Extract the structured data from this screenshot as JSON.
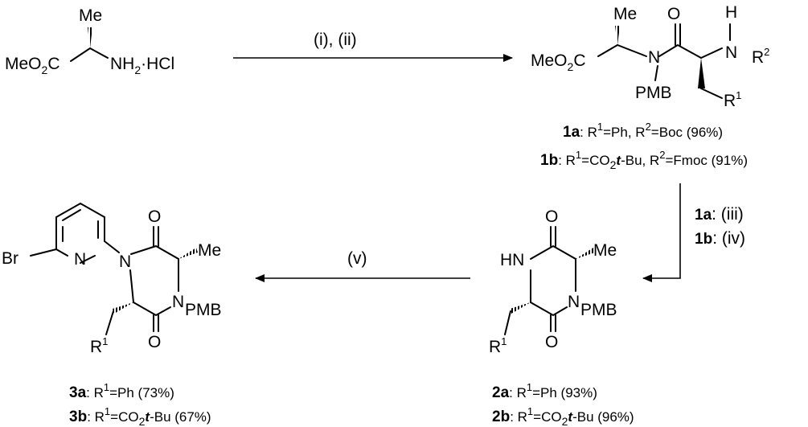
{
  "start": {
    "me": "Me",
    "meo2c_a": "MeO",
    "meo2c_sub": "2",
    "meo2c_b": "C",
    "nh2_a": "NH",
    "nh2_sub": "2",
    "hcl": "·HCl"
  },
  "steps": {
    "step1": "(i), (ii)",
    "step2a_cpd": "1a",
    "step2a_cond": ": (iii)",
    "step2b_cpd": "1b",
    "step2b_cond": ": (iv)",
    "step3": "(v)"
  },
  "atoms": {
    "me": "Me",
    "o": "O",
    "n": "N",
    "h": "H",
    "hn": "HN",
    "pmb": "PMB",
    "r": "R",
    "r1": "1",
    "r2": "2",
    "br": "Br",
    "meo": "MeO",
    "two": "2",
    "c": "C"
  },
  "compounds": {
    "1a": {
      "label": "1a",
      "text_a": ": R",
      "sup1": "1",
      "text_b": "=Ph, R",
      "sup2": "2",
      "text_c": "=Boc (96%)"
    },
    "1b": {
      "label": "1b",
      "text_a": ": R",
      "sup1": "1",
      "text_b": "=CO",
      "sub1": "2",
      "tbu": "t",
      "text_c": "-Bu, R",
      "sup2": "2",
      "text_d": "=Fmoc (91%)"
    },
    "2a": {
      "label": "2a",
      "text_a": ": R",
      "sup1": "1",
      "text_b": "=Ph (93%)"
    },
    "2b": {
      "label": "2b",
      "text_a": ": R",
      "sup1": "1",
      "text_b": "=CO",
      "sub1": "2",
      "tbu": "t",
      "text_c": "-Bu (96%)"
    },
    "3a": {
      "label": "3a",
      "text_a": ": R",
      "sup1": "1",
      "text_b": "=Ph (73%)"
    },
    "3b": {
      "label": "3b",
      "text_a": ": R",
      "sup1": "1",
      "text_b": "=CO",
      "sub1": "2",
      "tbu": "t",
      "text_c": "-Bu (67%)"
    }
  }
}
